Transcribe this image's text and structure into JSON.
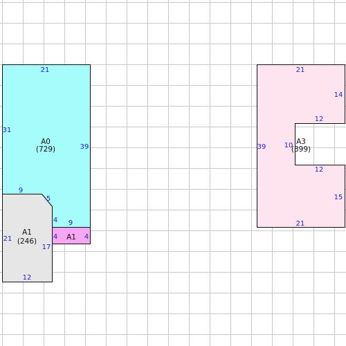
{
  "colors": {
    "grid": "#c8c8c8",
    "outline": "#111111",
    "dimension_text": "#2222cc",
    "label_text": "#111111",
    "a0_fill": "#a6fbfb",
    "a1_fill": "#e6e6e6",
    "a1_small_fill": "#f7a8f5",
    "a3_fill": "#fde4ee"
  },
  "shapes": [
    {
      "id": "a0",
      "name": "A0",
      "area": "(729)",
      "dims": [
        "21",
        "31",
        "39",
        "9",
        "5",
        "4",
        "9",
        "4"
      ]
    },
    {
      "id": "a1",
      "name": "A1",
      "area": "(246)",
      "dims": [
        "21",
        "12",
        "17",
        "4"
      ]
    },
    {
      "id": "a1-small",
      "name": "A1",
      "area": "",
      "dims": []
    },
    {
      "id": "a3",
      "name": "A3",
      "area": "(399)",
      "dims": [
        "21",
        "14",
        "12",
        "10",
        "12",
        "15",
        "21",
        "39"
      ]
    }
  ]
}
